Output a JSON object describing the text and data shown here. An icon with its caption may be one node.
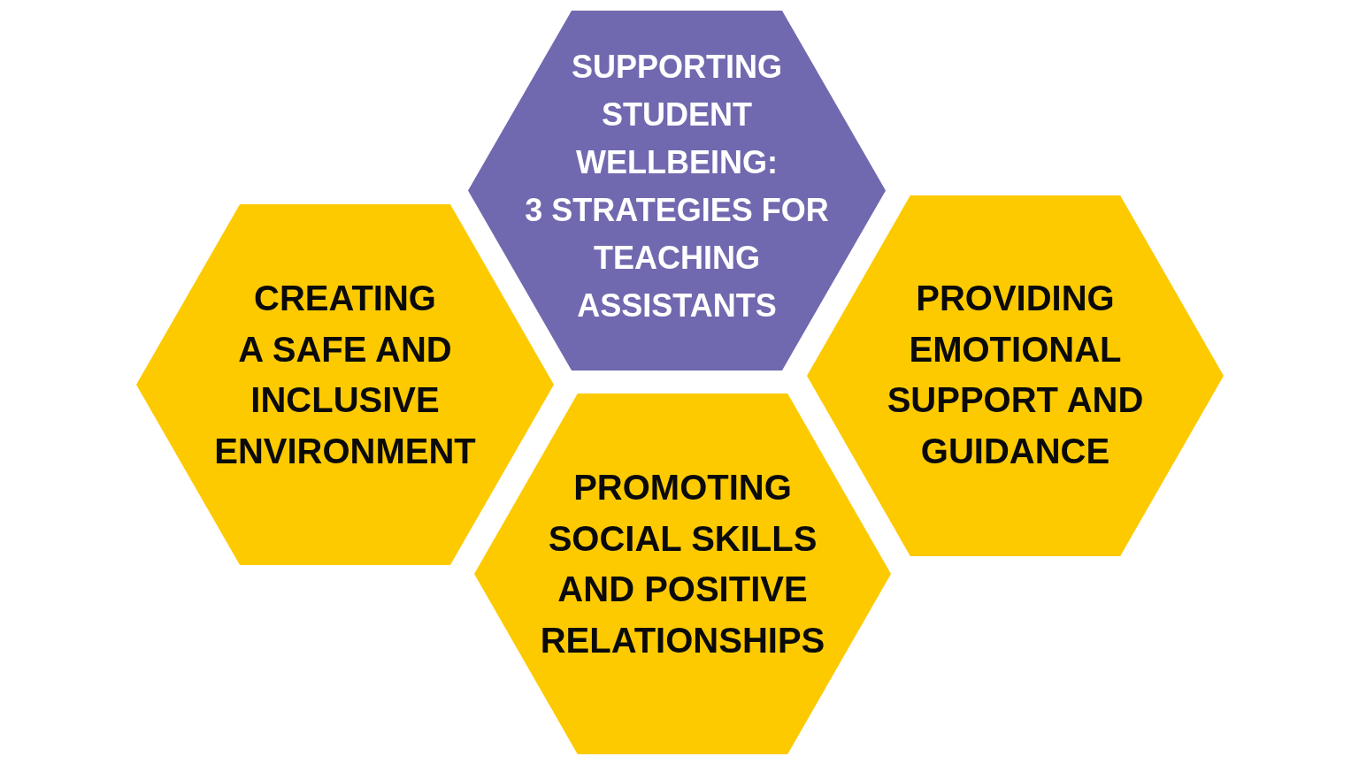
{
  "diagram": {
    "nodes": [
      {
        "text": [
          "SUPPORTING STUDENT WELLBEING: 3 STRATEGIES FOR TEACHING ASSISTANTS"
        ]
      },
      {
        "text": [
          "CREATING A SAFE AND INCLUSIVE ENVIRONMENT"
        ]
      },
      {
        "text": [
          "PROVIDING EMOTIONAL SUPPORT AND GUIDANCE"
        ]
      },
      {
        "text": [
          "PROMOTING SOCIAL SKILLS AND POSITIVE RELATIONSHIPS"
        ]
      }
    ]
  }
}
